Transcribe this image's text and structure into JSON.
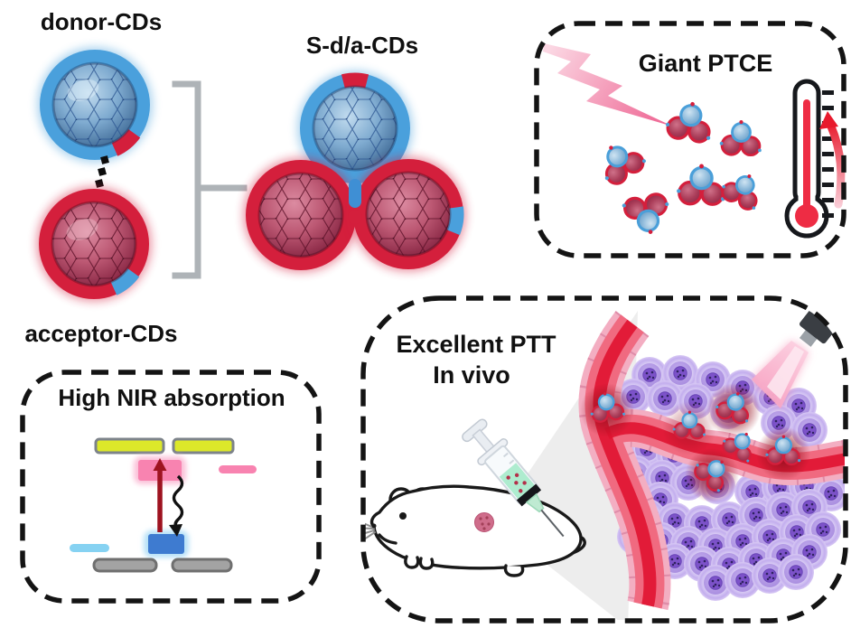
{
  "figure": {
    "labels": {
      "donor": "donor-CDs",
      "acceptor": "acceptor-CDs",
      "combined": "S-d/a-CDs"
    },
    "panels": {
      "ptce": {
        "title": "Giant PTCE"
      },
      "nir": {
        "title": "High NIR absorption"
      },
      "ptt": {
        "title_line1": "Excellent PTT",
        "title_line2": "In vivo"
      }
    },
    "icons": {
      "lightning": "pink-lightning-bolt",
      "thermometer": "rising-temperature-thermometer",
      "laser": "nir-laser-emitter",
      "syringe": "injection-syringe",
      "mouse": "lab-mouse-with-tumor",
      "bracket": "grouping-bracket",
      "bond_dots": "dotted-interaction-line"
    },
    "colors": {
      "donor_blue": "#4aa0dc",
      "acceptor_red": "#d41f3c",
      "lightning_pink": "#f48fb1",
      "level_yellow": "#dce82a",
      "level_pink": "#f883b0",
      "level_blue": "#3e7bd0",
      "level_lightblue": "#86d2f2",
      "level_gray": "#a3a3a3",
      "cell_purple": "#7c52c9",
      "vessel_red": "#e8192c",
      "panel_border": "#141414"
    }
  }
}
